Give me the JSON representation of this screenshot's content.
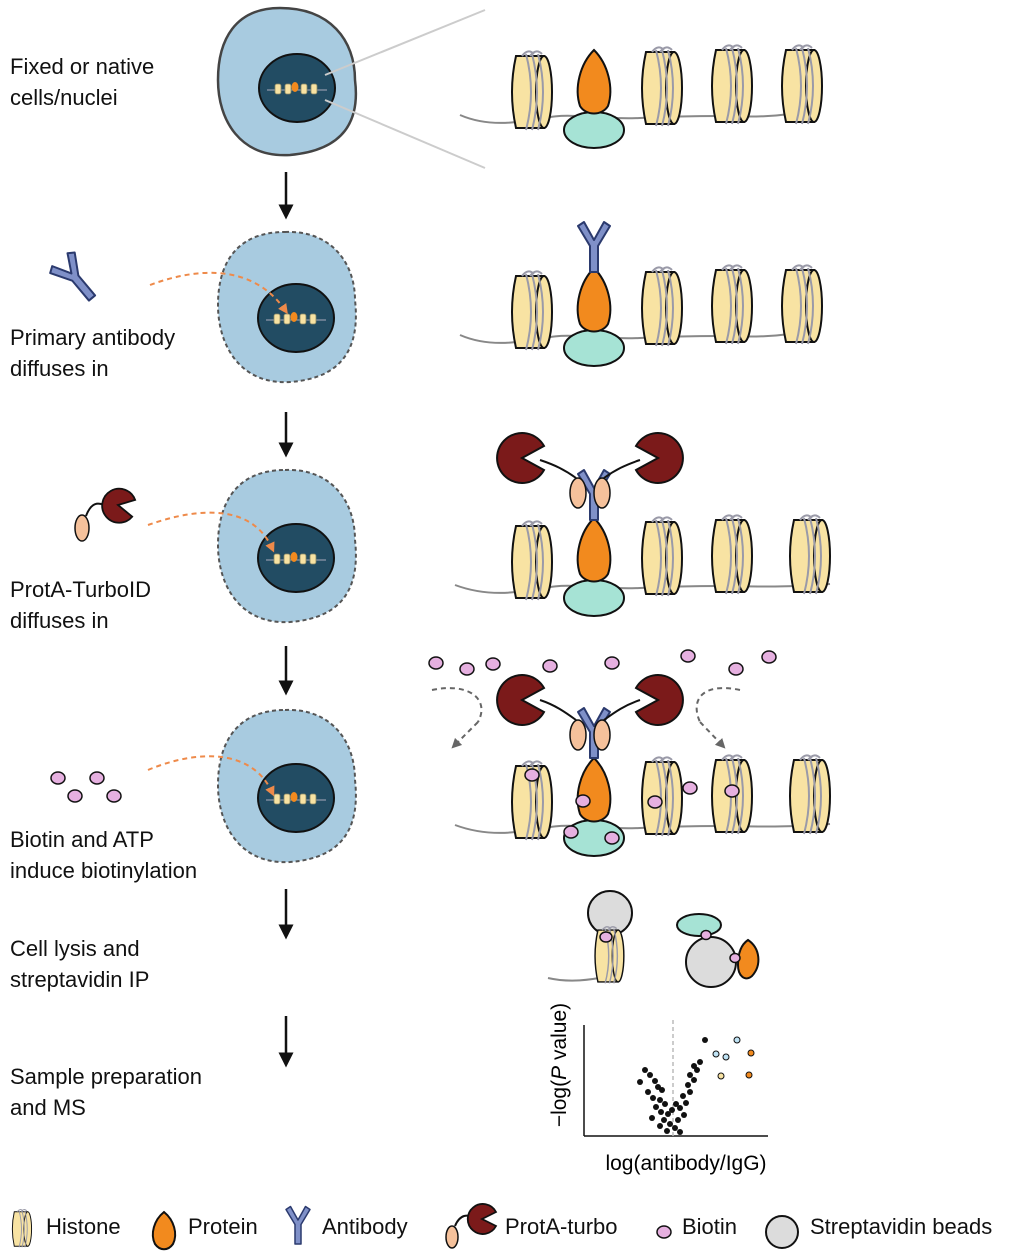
{
  "steps": [
    {
      "line1": "Fixed or native",
      "line2": "cells/nuclei"
    },
    {
      "line1": "Primary antibody",
      "line2": "diffuses in"
    },
    {
      "line1": "ProtA-TurboID",
      "line2": "diffuses in"
    },
    {
      "line1": "Biotin and ATP",
      "line2": "induce biotinylation"
    },
    {
      "line1": "Cell lysis and",
      "line2": "streptavidin IP"
    },
    {
      "line1": "Sample preparation",
      "line2": "and MS"
    }
  ],
  "plot": {
    "ylabel_pre": "−log(",
    "ylabel_italic": "P",
    "ylabel_post": " value)",
    "xlabel": "log(antibody/IgG)"
  },
  "legend": {
    "histone": "Histone",
    "protein": "Protein",
    "antibody": "Antibody",
    "prota_turbo": "ProtA-turbo",
    "biotin": "Biotin",
    "beads": "Streptavidin beads"
  },
  "colors": {
    "histone": "#f8e3a3",
    "histone_stripe": "#9a9aa8",
    "protein": "#f28a1e",
    "mint": "#a6e3d5",
    "antibody": "#7f90c8",
    "turbo": "#7b1a1a",
    "prota": "#f5c19b",
    "biotin": "#e6b0e0",
    "bead": "#dcdcdc",
    "cell": "#a8cbe0",
    "nucleus": "#224c63",
    "dash_arrow": "#ee8a4a",
    "dna": "#888888"
  }
}
